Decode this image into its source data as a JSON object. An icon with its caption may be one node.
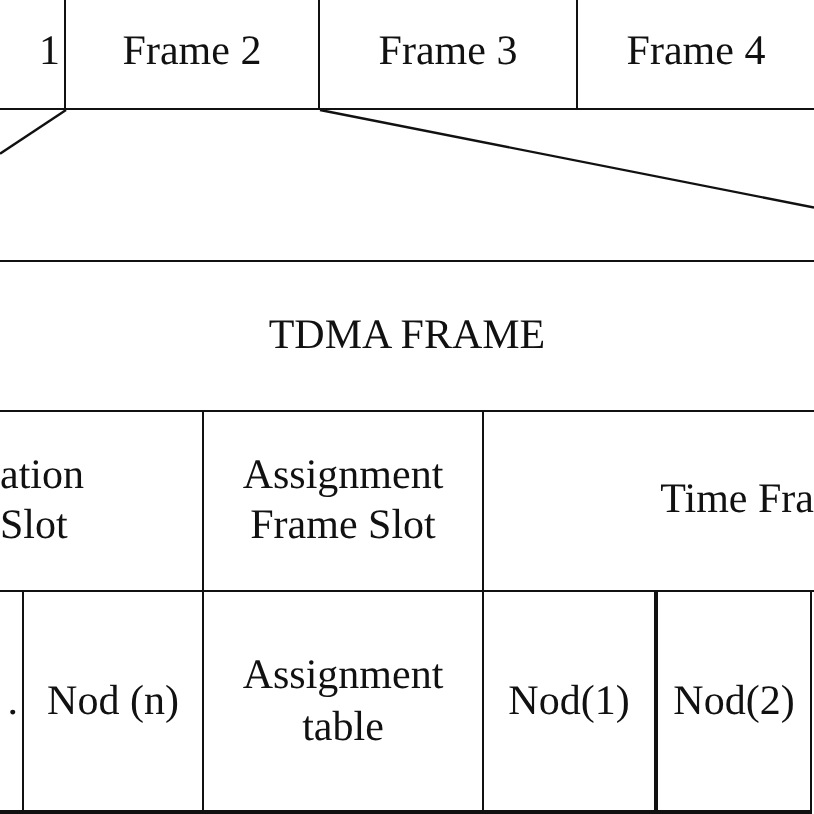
{
  "diagram": {
    "nodes": [
      {
        "text": [
          "1"
        ]
      },
      {
        "text": [
          "Frame 2"
        ]
      },
      {
        "text": [
          "Frame 3"
        ]
      },
      {
        "text": [
          "Frame 4"
        ]
      },
      {
        "text": [
          "TDMA FRAME"
        ]
      },
      {
        "text": [
          "ation Slot"
        ]
      },
      {
        "text": [
          "Assignment Frame Slot"
        ]
      },
      {
        "text": [
          "Time Fra"
        ]
      },
      {
        "text": [
          "."
        ]
      },
      {
        "text": [
          "Nod (n)"
        ]
      },
      {
        "text": [
          "Assignment table"
        ]
      },
      {
        "text": [
          "Nod(1)"
        ]
      },
      {
        "text": [
          "Nod(2)"
        ]
      }
    ],
    "edges": [
      {
        "from": 1,
        "to": null,
        "arrow": "none"
      },
      {
        "from": 1,
        "to": null,
        "arrow": "none"
      }
    ]
  }
}
